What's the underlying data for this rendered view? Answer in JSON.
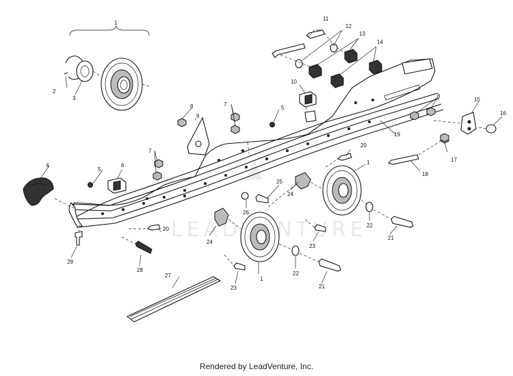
{
  "footer": {
    "credit": "Rendered by LeadVenture, Inc."
  },
  "watermark": {
    "text": "LEADVENTURE"
  },
  "callouts": [
    {
      "label": "1"
    },
    {
      "label": "2"
    },
    {
      "label": "3"
    },
    {
      "label": "4"
    },
    {
      "label": "5"
    },
    {
      "label": "5"
    },
    {
      "label": "6"
    },
    {
      "label": "7"
    },
    {
      "label": "7"
    },
    {
      "label": "8"
    },
    {
      "label": "8"
    },
    {
      "label": "9"
    },
    {
      "label": "10"
    },
    {
      "label": "11"
    },
    {
      "label": "12"
    },
    {
      "label": "13"
    },
    {
      "label": "14"
    },
    {
      "label": "15"
    },
    {
      "label": "16"
    },
    {
      "label": "17"
    },
    {
      "label": "18"
    },
    {
      "label": "19"
    },
    {
      "label": "20"
    },
    {
      "label": "20"
    },
    {
      "label": "1"
    },
    {
      "label": "1"
    },
    {
      "label": "21"
    },
    {
      "label": "21"
    },
    {
      "label": "22"
    },
    {
      "label": "22"
    },
    {
      "label": "23"
    },
    {
      "label": "23"
    },
    {
      "label": "24"
    },
    {
      "label": "24"
    },
    {
      "label": "25"
    },
    {
      "label": "26"
    },
    {
      "label": "27"
    },
    {
      "label": "28"
    },
    {
      "label": "29"
    }
  ]
}
